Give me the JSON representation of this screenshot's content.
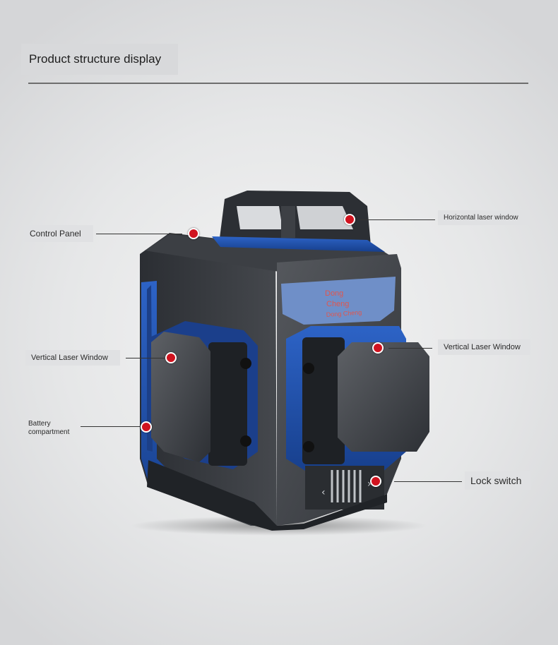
{
  "header": {
    "title": "Product structure display"
  },
  "device": {
    "brand_line1": "Dong",
    "brand_line2": "Cheng",
    "brand_line3": "Dong Cheng"
  },
  "callouts": {
    "control_panel": "Control Panel",
    "horizontal_laser_window": "Horizontal laser window",
    "vertical_laser_window_left": "Vertical Laser Window",
    "vertical_laser_window_right": "Vertical Laser Window",
    "battery_compartment_line1": "Battery",
    "battery_compartment_line2": "compartment",
    "lock_switch": "Lock switch"
  },
  "colors": {
    "accent_blue": "#2450a8",
    "body_gray": "#3a3d42",
    "callout_dot": "#d0131f",
    "brand_text": "#e0564e"
  }
}
